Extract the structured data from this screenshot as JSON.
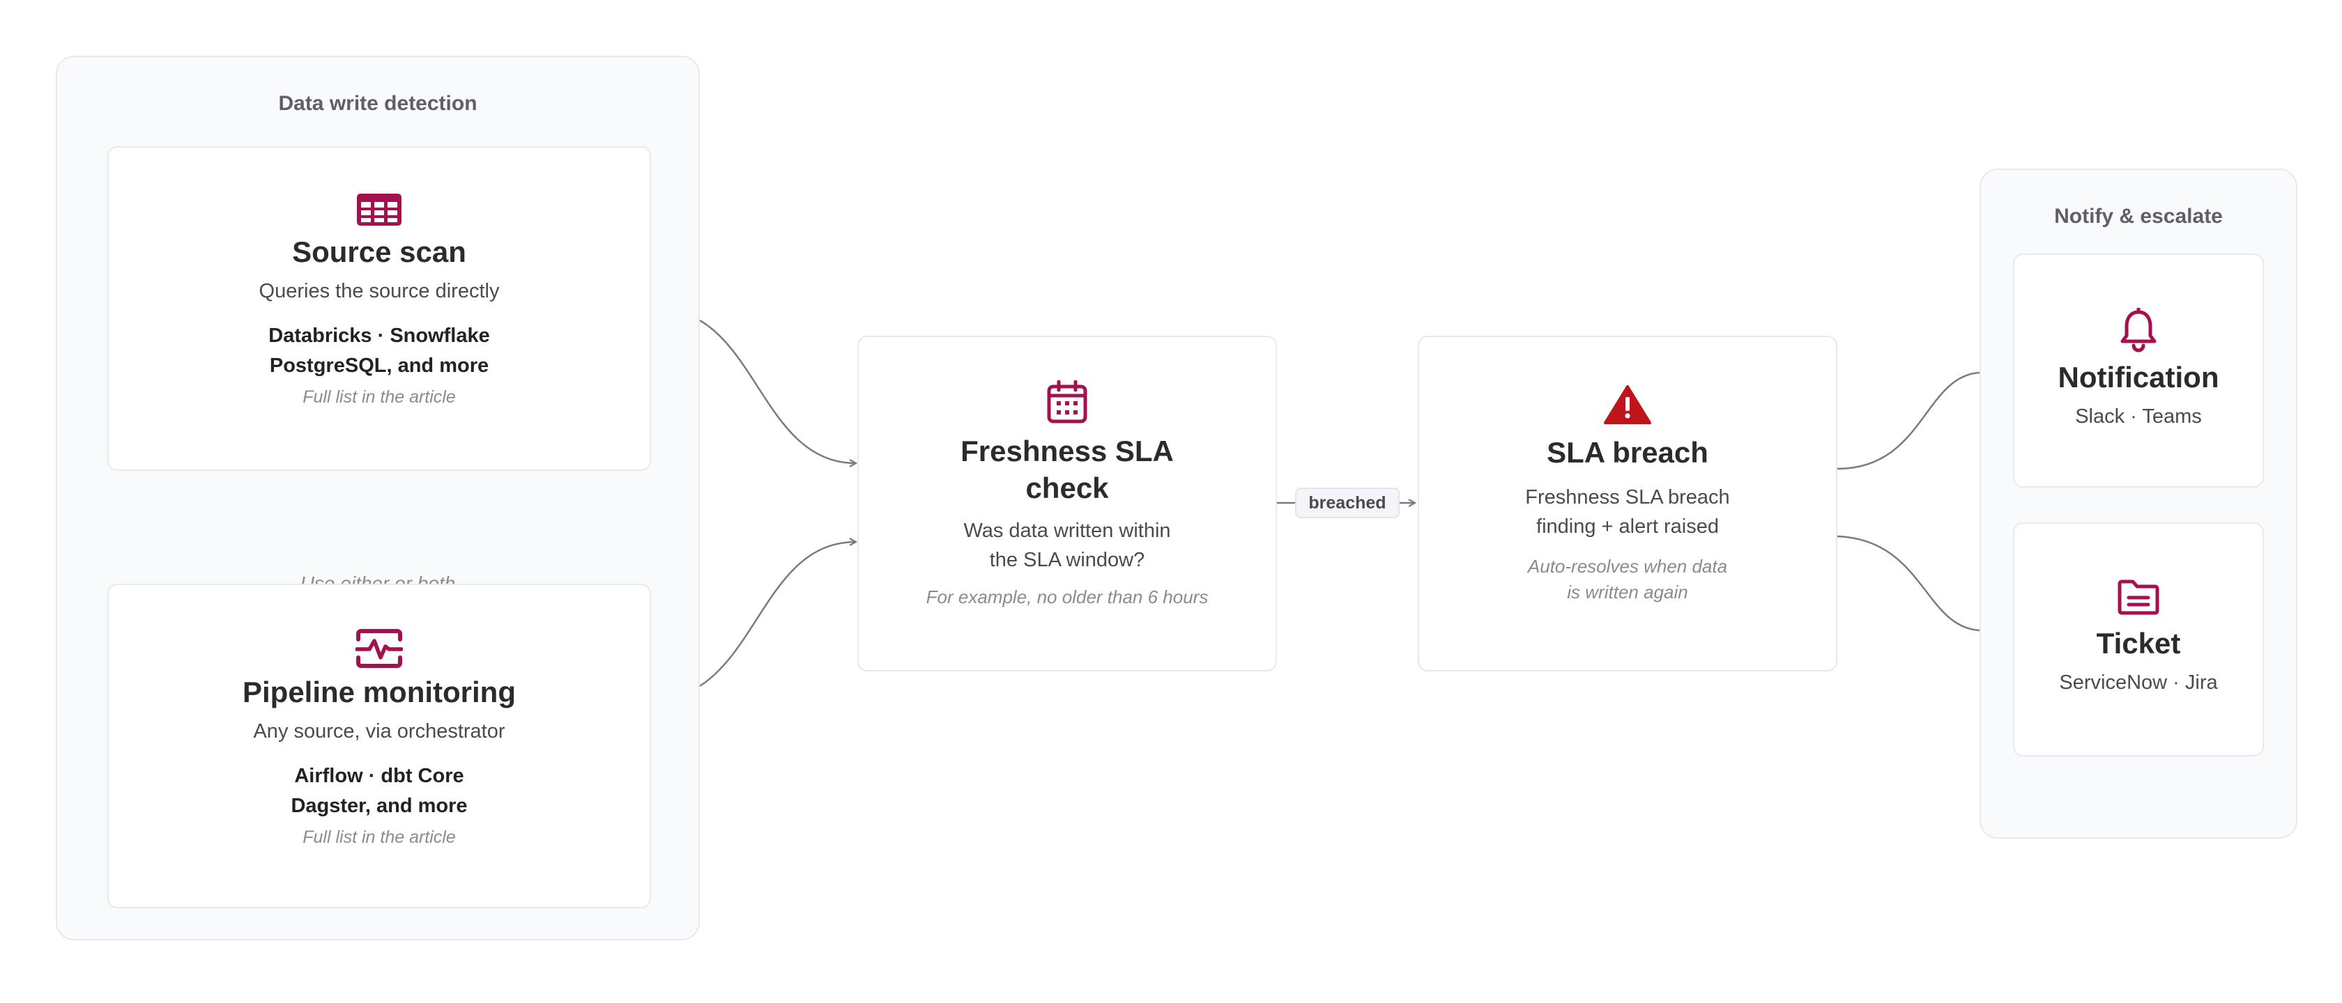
{
  "groups": {
    "detection": {
      "title": "Data write detection",
      "connector_label": "Use either or both"
    },
    "notify": {
      "title": "Notify & escalate"
    }
  },
  "cards": {
    "source_scan": {
      "icon": "table-icon",
      "title": "Source scan",
      "subtitle": "Queries the source directly",
      "list_line1": "Databricks · Snowflake",
      "list_line2": "PostgreSQL, and more",
      "note": "Full list in the article"
    },
    "pipeline_monitoring": {
      "icon": "pulse-monitor-icon",
      "title": "Pipeline monitoring",
      "subtitle": "Any source, via orchestrator",
      "list_line1": "Airflow · dbt Core",
      "list_line2": "Dagster, and more",
      "note": "Full list in the article"
    },
    "freshness_check": {
      "icon": "calendar-icon",
      "title_line1": "Freshness SLA",
      "title_line2": "check",
      "subtitle_line1": "Was data written within",
      "subtitle_line2": "the SLA window?",
      "note": "For example, no older than 6 hours"
    },
    "sla_breach": {
      "icon": "warning-triangle-icon",
      "title": "SLA breach",
      "subtitle_line1": "Freshness SLA breach",
      "subtitle_line2": "finding + alert raised",
      "note_line1": "Auto-resolves when data",
      "note_line2": "is written again"
    },
    "notification": {
      "icon": "bell-icon",
      "title": "Notification",
      "subtitle": "Slack · Teams"
    },
    "ticket": {
      "icon": "folder-icon",
      "title": "Ticket",
      "subtitle": "ServiceNow · Jira"
    }
  },
  "edges": {
    "breached_label": "breached"
  },
  "colors": {
    "accent": "#a3124f",
    "danger": "#c0141b",
    "connector": "#7a7a80"
  }
}
